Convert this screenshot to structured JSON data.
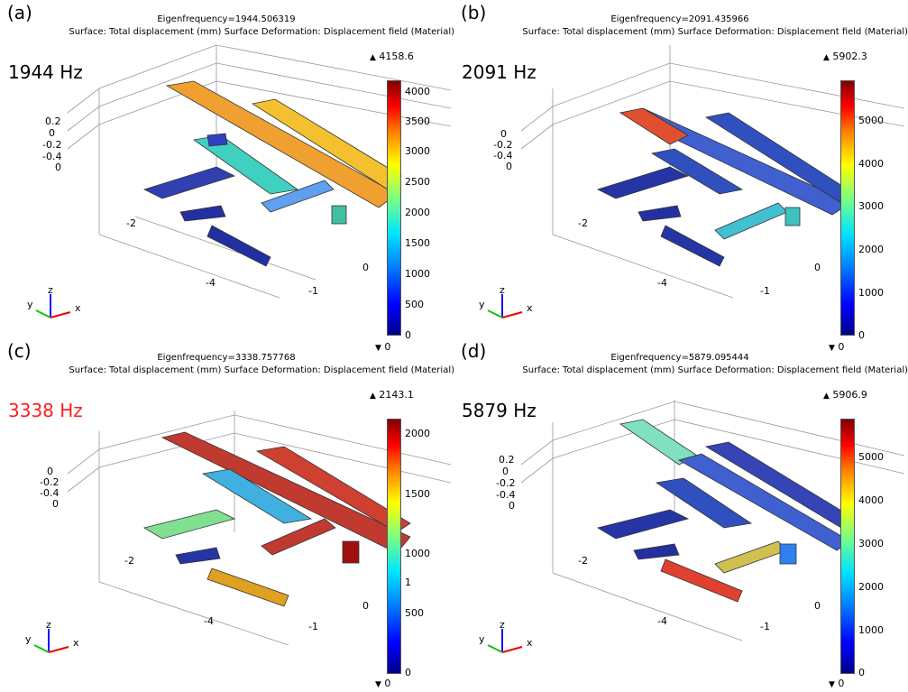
{
  "panels": [
    {
      "label": "(a)",
      "eigen": "Eigenfrequency=1944.506319",
      "surface": "Surface: Total displacement (mm)   Surface Deformation: Displacement field (Material)",
      "freq": "1944 Hz",
      "max": "4158.6",
      "min": "0",
      "ticks": [
        "4000",
        "3500",
        "3000",
        "2500",
        "2000",
        "1500",
        "1000",
        "500",
        "0"
      ],
      "z_ticks": [
        "0.2",
        "0",
        "-0.2",
        "-0.4",
        "0"
      ],
      "axis_labels": [
        "-2",
        "-4",
        "-1",
        "0"
      ]
    },
    {
      "label": "(b)",
      "eigen": "Eigenfrequency=2091.435966",
      "surface": "Surface: Total displacement (mm)   Surface Deformation: Displacement field (Material)",
      "freq": "2091 Hz",
      "max": "5902.3",
      "min": "0",
      "ticks": [
        "5000",
        "4000",
        "3000",
        "2000",
        "1000",
        "0"
      ],
      "z_ticks": [
        "0",
        "-0.2",
        "-0.4",
        "0"
      ],
      "axis_labels": [
        "-2",
        "-4",
        "-1",
        "0"
      ]
    },
    {
      "label": "(c)",
      "eigen": "Eigenfrequency=3338.757768",
      "surface": "Surface: Total displacement (mm)   Surface Deformation: Displacement field (Material)",
      "freq": "3338 Hz",
      "max": "2143.1",
      "min": "0",
      "ticks": [
        "2000",
        "1500",
        "1000",
        "1",
        "500",
        "0"
      ],
      "z_ticks": [
        "0",
        "-0.2",
        "-0.4",
        "0"
      ],
      "axis_labels": [
        "-2",
        "-4",
        "-1",
        "0"
      ]
    },
    {
      "label": "(d)",
      "eigen": "Eigenfrequency=5879.095444",
      "surface": "Surface: Total displacement (mm)   Surface Deformation: Displacement field (Material)",
      "freq": "5879 Hz",
      "max": "5906.9",
      "min": "0",
      "ticks": [
        "5000",
        "4000",
        "3000",
        "2000",
        "1000",
        "0"
      ],
      "z_ticks": [
        "0.2",
        "0",
        "-0.2",
        "-0.4",
        "0"
      ],
      "axis_labels": [
        "-2",
        "-4",
        "-1",
        "0"
      ]
    }
  ],
  "triad": {
    "z": "z",
    "y": "y",
    "x": "x"
  },
  "colors": {
    "highlight_freq": "#ff1e1e"
  }
}
